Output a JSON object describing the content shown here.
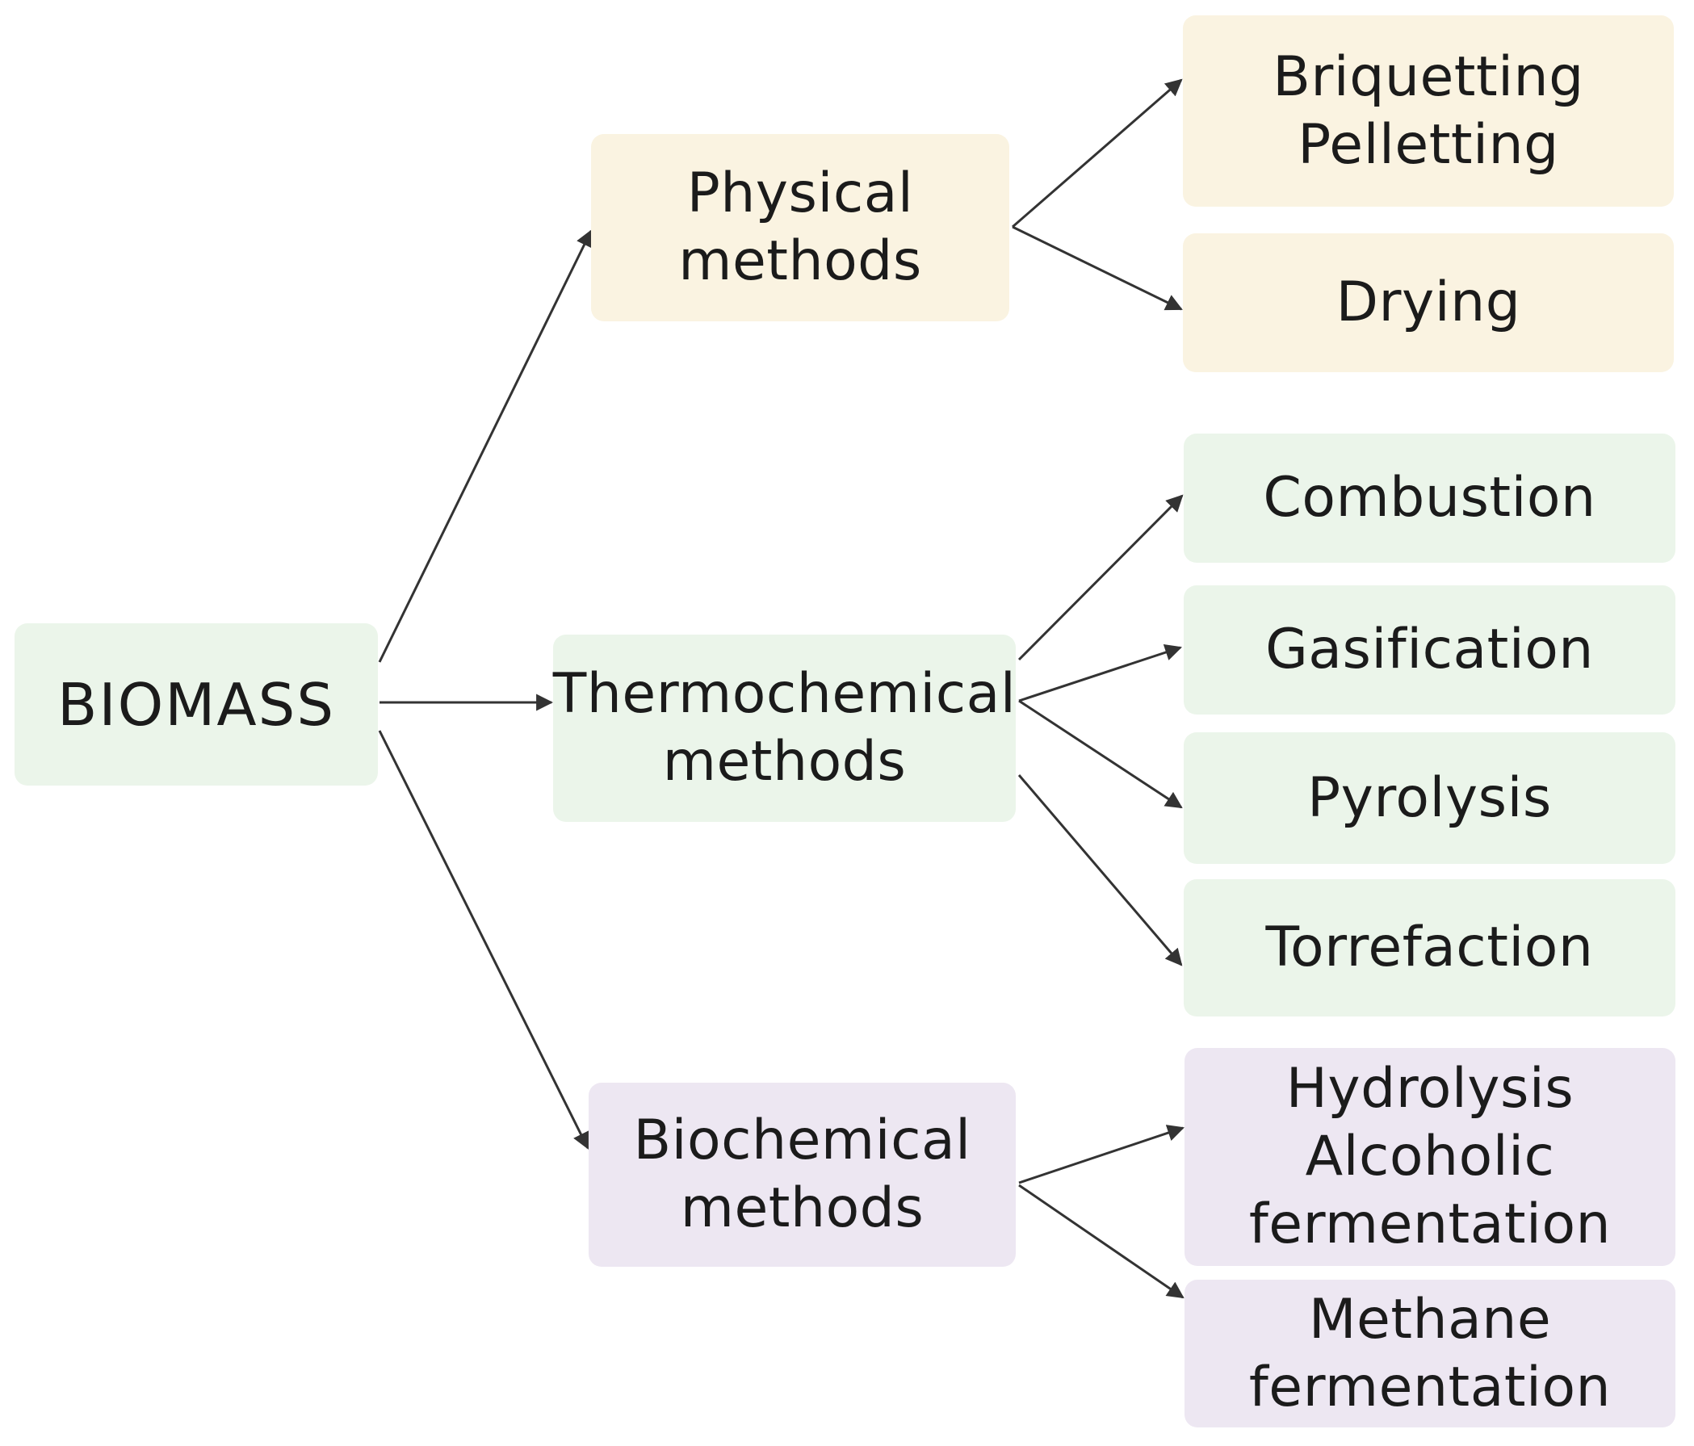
{
  "diagram": {
    "root": {
      "label": "BIOMASS",
      "color": "#ebf5ea"
    },
    "branches": [
      {
        "id": "physical",
        "label_lines": [
          "Physical",
          "methods"
        ],
        "color": "#faf3e1",
        "children": [
          {
            "label_lines": [
              "Briquetting",
              "Pelletting"
            ]
          },
          {
            "label_lines": [
              "Drying"
            ]
          }
        ]
      },
      {
        "id": "thermochemical",
        "label_lines": [
          "Thermochemical",
          "methods"
        ],
        "color": "#ebf5ea",
        "children": [
          {
            "label_lines": [
              "Combustion"
            ]
          },
          {
            "label_lines": [
              "Gasification"
            ]
          },
          {
            "label_lines": [
              "Pyrolysis"
            ]
          },
          {
            "label_lines": [
              "Torrefaction"
            ]
          }
        ]
      },
      {
        "id": "biochemical",
        "label_lines": [
          "Biochemical",
          "methods"
        ],
        "color": "#ede7f2",
        "children": [
          {
            "label_lines": [
              "Hydrolysis",
              "Alcoholic",
              "fermentation"
            ]
          },
          {
            "label_lines": [
              "Methane",
              "fermentation"
            ]
          }
        ]
      }
    ],
    "arrow_color": "#333333"
  }
}
